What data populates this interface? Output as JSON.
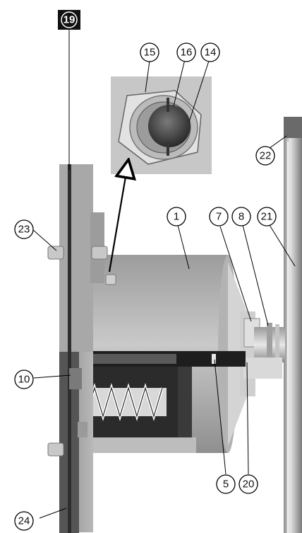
{
  "figure": {
    "callouts": [
      {
        "id": "19",
        "text": "19",
        "style": "inverse"
      },
      {
        "id": "15",
        "text": "15"
      },
      {
        "id": "16",
        "text": "16"
      },
      {
        "id": "14",
        "text": "14"
      },
      {
        "id": "22",
        "text": "22"
      },
      {
        "id": "23",
        "text": "23"
      },
      {
        "id": "1",
        "text": "1"
      },
      {
        "id": "7",
        "text": "7"
      },
      {
        "id": "8",
        "text": "8"
      },
      {
        "id": "21",
        "text": "21"
      },
      {
        "id": "10",
        "text": "10"
      },
      {
        "id": "5",
        "text": "5"
      },
      {
        "id": "20",
        "text": "20"
      },
      {
        "id": "24",
        "text": "24"
      }
    ]
  }
}
